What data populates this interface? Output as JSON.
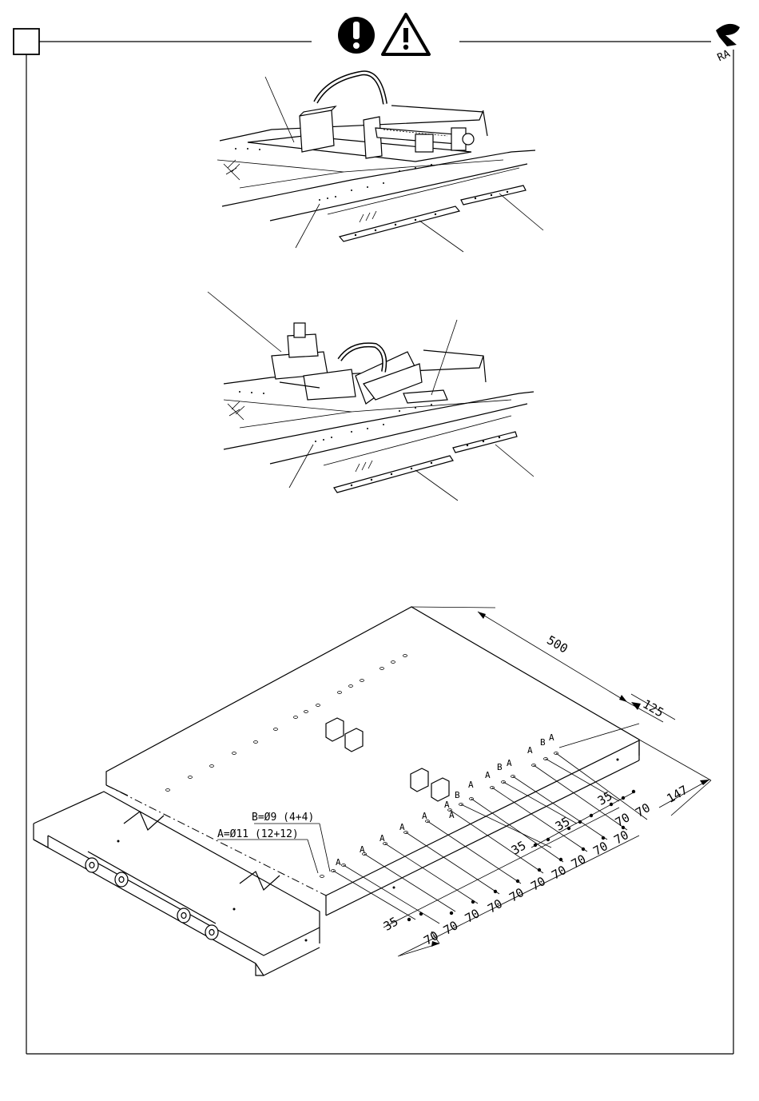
{
  "header": {
    "warning_symbols": [
      "exclamation-circle-icon",
      "warning-triangle-icon"
    ],
    "logo": "ra-logo-icon"
  },
  "drawing": {
    "top_dim": "500",
    "side_dim_1": "125",
    "side_dim_2": "147",
    "label_b": "B=Ø9 (4+4)",
    "label_a": "A=Ø11 (12+12)",
    "hole_a": "A",
    "hole_b": "B",
    "front_dims": [
      "35",
      "70",
      "70",
      "70",
      "70",
      "70",
      "70",
      "70"
    ],
    "middle_dims": [
      "35",
      "70",
      "70",
      "70"
    ],
    "rear_dims": [
      "35",
      "70",
      "70"
    ]
  }
}
